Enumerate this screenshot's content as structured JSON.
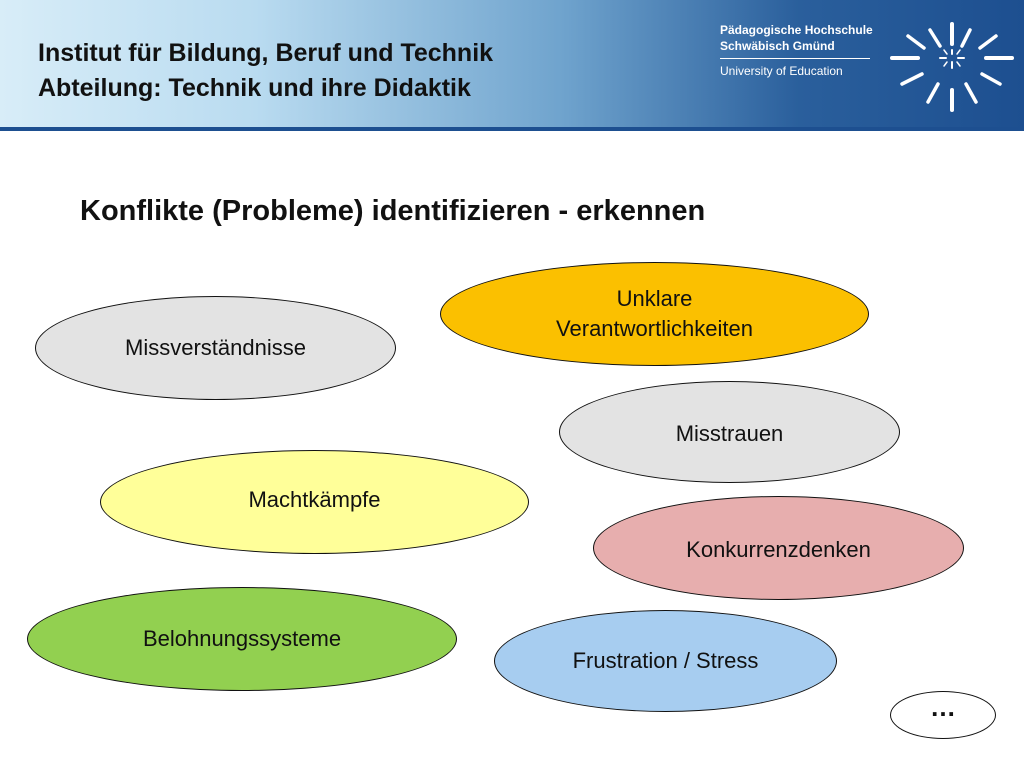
{
  "header": {
    "title_line1": "Institut für Bildung, Beruf und Technik",
    "title_line2": "Abteilung: Technik und ihre Didaktik",
    "logo": {
      "line1": "Pädagogische Hochschule",
      "line2": "Schwäbisch Gmünd",
      "line3": "University of Education",
      "icon": "radial-burst-logo-icon"
    },
    "colors": {
      "gradient_left": "#d8edf8",
      "gradient_right": "#1d4f90"
    }
  },
  "page_title": "Konflikte (Probleme) identifizieren - erkennen",
  "items": [
    {
      "id": "missv",
      "label": "Missverständnisse",
      "color": "#e3e3e3"
    },
    {
      "id": "unklar",
      "label": "Unklare\nVerantwortlichkeiten",
      "color": "#fbc000"
    },
    {
      "id": "misstr",
      "label": "Misstrauen",
      "color": "#e3e3e3"
    },
    {
      "id": "macht",
      "label": "Machtkämpfe",
      "color": "#ffff99"
    },
    {
      "id": "konk",
      "label": "Konkurrenzdenken",
      "color": "#e7aeae"
    },
    {
      "id": "beloh",
      "label": "Belohnungssysteme",
      "color": "#92d050"
    },
    {
      "id": "frust",
      "label": "Frustration / Stress",
      "color": "#a7cdf0"
    },
    {
      "id": "more",
      "label": "…",
      "color": "#ffffff"
    }
  ]
}
